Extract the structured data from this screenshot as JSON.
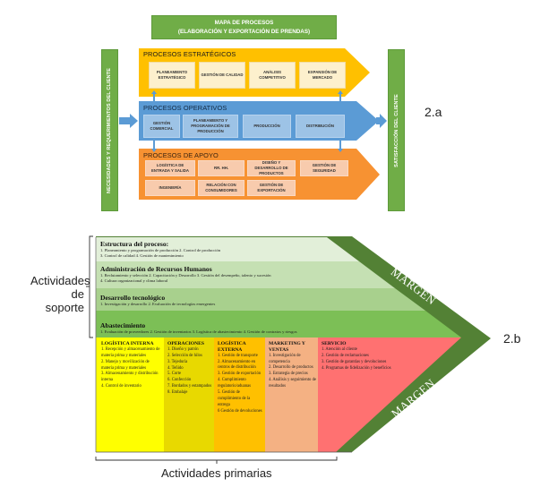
{
  "process_map": {
    "title_line1": "MAPA DE PROCESOS",
    "title_line2": "(ELABORACIÓN Y EXPORTACIÓN DE PRENDAS)",
    "left_bar": "NECESIDADES Y REQUERIMIENTOS DEL CLIENTE",
    "right_bar": "SATISFACCIÓN DEL CLIENTE",
    "label": "2.a",
    "strategic": {
      "title": "PROCESOS ESTRATÉGICOS",
      "color": "#ffc000",
      "items": [
        "PLANEAMIENTO ESTRATÉGICO",
        "GESTIÓN DE CALIDAD",
        "ANÁLISIS COMPETITIVO",
        "EXPANSIÓN DE MERCADO"
      ]
    },
    "operative": {
      "title": "PROCESOS OPERATIVOS",
      "color": "#5b9bd5",
      "items": [
        "GESTIÓN COMERCIAL",
        "PLANEAMIENTO Y PROGRAMACIÓN DE PRODUCCIÓN",
        "PRODUCCIÓN",
        "DISTRIBUCIÓN"
      ]
    },
    "support": {
      "title": "PROCESOS DE APOYO",
      "color": "#f79232",
      "items": [
        "LOGÍSTICA DE ENTRADA Y SALIDA",
        "RR. HH.",
        "DISEÑO Y DESARROLLO DE PRODUCTOS",
        "GESTIÓN DE SEGURIDAD",
        "INGENIERÍA",
        "RELACIÓN CON CONSUMIDORES",
        "GESTIÓN DE EXPORTACIÓN"
      ]
    }
  },
  "value_chain": {
    "label": "2.b",
    "support_label_line1": "Actividades",
    "support_label_line2": "de soporte",
    "primary_label": "Actividades primarias",
    "margin_top": "MARGEN",
    "margin_bottom": "MARGEN",
    "colors": {
      "margin": "#538135",
      "support_rows": [
        "#e2efd9",
        "#c5e0b3",
        "#a8d08d",
        "#7cbf56"
      ],
      "primary_cols": [
        "#ffff00",
        "#e8d900",
        "#ffc000",
        "#f4b183",
        "#ff7171"
      ]
    },
    "support_rows": [
      {
        "title": "Estructura del proceso:",
        "lines": [
          "1. Planeamiento y programación de producción 2. Control de producción",
          "3. Control de calidad 4. Gestión de mantenimiento"
        ]
      },
      {
        "title": "Administración de Recursos Humanos",
        "lines": [
          "1. Reclutamiento y selección 2. Capacitación y Desarrollo 3. Gestión del desempeño, talento y sucesión",
          "4. Cultura organizacional y clima laboral"
        ]
      },
      {
        "title": "Desarrollo tecnológico",
        "lines": [
          "1. Investigación y desarrollo 2. Evaluación de tecnologías emergentes"
        ]
      },
      {
        "title": "Abastecimiento",
        "lines": [
          "1. Evaluación de proveedores 2. Gestión de inventarios 3. Logística de abastecimiento 4. Gestión de contratos y riesgos"
        ]
      }
    ],
    "primary_cols": [
      {
        "title": "LOGÍSTICA INTERNA",
        "items": [
          "1. Recepción y almacenamiento de materia prima y materiales",
          "2. Manejo y movilización de materia prima y materiales",
          "3. Almacenamiento y distribución interna",
          "4. Control de inventario"
        ]
      },
      {
        "title": "OPERACIONES",
        "items": [
          "1. Diseño y patrón",
          "2. Selección de hilos",
          "3. Tejeduría",
          "4. Teñido",
          "5. Corte",
          "6. Confección",
          "7. Bordados y estampados",
          "8. Embalaje"
        ]
      },
      {
        "title": "LOGÍSTICA EXTERNA",
        "items": [
          "1. Gestión de transporte",
          "2. Almacenamiento en centros de distribución",
          "3. Gestión de exportación",
          "4. Cumplimiento regulatorio/aduanas",
          "5. Gestión de cumplimiento de la entrega",
          "6 Gestión de devoluciones"
        ]
      },
      {
        "title": "MARKETING Y VENTAS",
        "items": [
          "1. Investigación de competencia",
          "2. Desarrollo de productos",
          "3. Estrategia de precios",
          "4. Análisis y seguimiento de resultados"
        ]
      },
      {
        "title": "SERVICIO",
        "items": [
          "1. Atención al cliente",
          "2. Gestión de reclamaciones",
          "3. Gestión de garantías y devoluciones",
          "4. Programas de fidelización y beneficios"
        ]
      }
    ]
  }
}
